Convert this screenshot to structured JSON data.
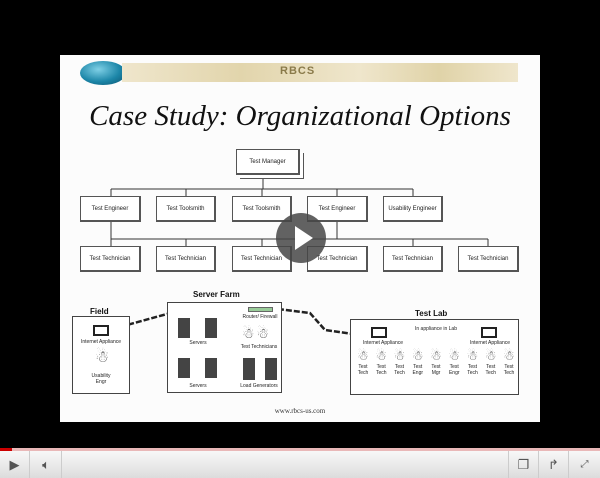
{
  "slide": {
    "logo_text": "RBCS",
    "title": "Case Study: Organizational Options",
    "org": {
      "manager": "Test Manager",
      "row2": [
        "Test Engineer",
        "Test Toolsmith",
        "Test Toolsmith",
        "Test Engineer",
        "Usability Engineer"
      ],
      "row3": [
        "Test Technician",
        "Test Technician",
        "Test Technician",
        "Test Technician",
        "Test Technician",
        "Test Technician"
      ]
    },
    "field": {
      "title": "Field",
      "appliance": "Internet Appliance",
      "person": "Usability Engr"
    },
    "server_farm": {
      "title": "Server Farm",
      "router": "Router/ Firewall",
      "servers1": "Servers",
      "servers2": "Servers",
      "techs": "Test Technicians",
      "load": "Load Generators"
    },
    "test_lab": {
      "title": "Test Lab",
      "appliance_left": "Internet Appliance",
      "appliance_right": "Internet Appliance",
      "middle": "In appliance in Lab",
      "people": [
        "Test Tech",
        "Test Tech",
        "Test Tech",
        "Test Engr",
        "Test Mgr",
        "Test Engr",
        "Test Tech",
        "Test Tech",
        "Test Tech"
      ]
    },
    "url": "www.rbcs-us.com"
  },
  "player": {
    "progress": 0.02,
    "accent": "#cc0000"
  }
}
